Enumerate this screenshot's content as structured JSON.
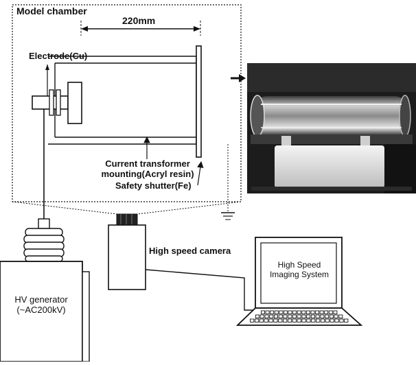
{
  "labels": {
    "model_chamber": "Model chamber",
    "distance": "220mm",
    "electrode": "Electrode(Cu)",
    "ct_mounting_line1": "Current transformer",
    "ct_mounting_line2": "mounting(Acryl resin)",
    "safety_shutter": "Safety shutter(Fe)",
    "high_speed_camera": "High speed camera",
    "hv_generator_line1": "HV generator",
    "hv_generator_line2": "(~AC200kV)",
    "imaging_system_line1": "High Speed",
    "imaging_system_line2": "Imaging System"
  },
  "colors": {
    "ink": "#111111",
    "photo_dark": "#1c1c1c",
    "photo_mid": "#6a6a6a",
    "photo_light": "#d8d8d8",
    "screen_bg": "#ffffff"
  }
}
